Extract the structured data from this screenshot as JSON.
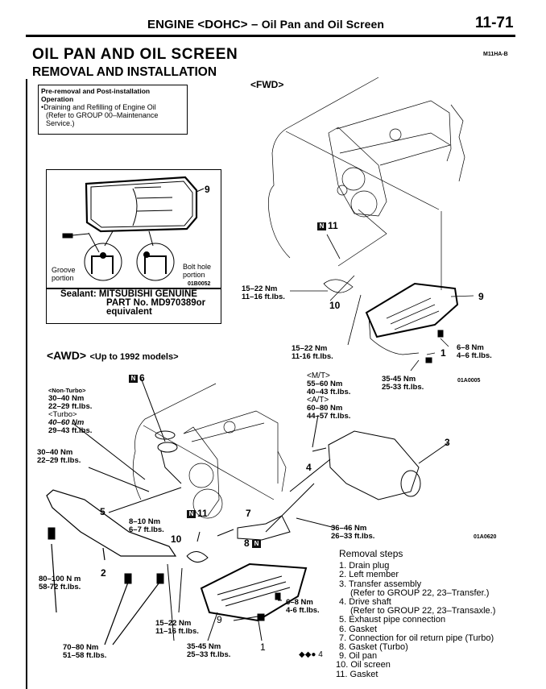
{
  "header": {
    "section": "ENGINE <DOHC>",
    "separator": "–",
    "topic": "Oil Pan and Oil Screen",
    "page_number": "11-71"
  },
  "title": "OIL PAN AND OIL SCREEN",
  "subtitle": "REMOVAL AND INSTALLATION",
  "doc_code": "M11HA-B",
  "pre_removal": {
    "heading_1": "Pre-removal and Post-installation",
    "heading_2": "Operation",
    "item_1": "•Draining and Refilling of Engine Oil",
    "item_2": "(Refer to GROUP 00–Maintenance",
    "item_3": "Service.)"
  },
  "sealant_inset": {
    "part_label": "9",
    "groove_label_1": "Groove",
    "groove_label_2": "portion",
    "bolt_label_1": "Bolt hole",
    "bolt_label_2": "portion",
    "figure_code": "01B0052",
    "sealant_1": "Sealant: MITSUBISHI GENUINE",
    "sealant_2": "PART No. MD970389or",
    "sealant_3": "equivalent"
  },
  "fwd_diagram": {
    "title": "<FWD>",
    "figure_code": "01A0005",
    "badge": "N",
    "callouts": {
      "c11": "11",
      "c10": "10",
      "c9": "9",
      "c1": "1"
    },
    "torques": [
      {
        "nm": "15–22 Nm",
        "ftlbs": "11–16 ft.lbs."
      },
      {
        "nm": "15–22 Nm",
        "ftlbs": "11-16 ft.lbs."
      },
      {
        "nm": "6–8 Nm",
        "ftlbs": "4–6 ft.lbs."
      },
      {
        "nm": "35-45 Nm",
        "ftlbs": "25-33 ft.lbs."
      }
    ]
  },
  "awd_diagram": {
    "title": "<AWD>",
    "qualifier": "<Up to 1992 models>",
    "figure_code": "01A0620",
    "badge": "N",
    "callouts": {
      "c6": "6",
      "c5": "5",
      "c11": "11",
      "c7": "7",
      "c8": "8",
      "c10": "10",
      "c2": "2",
      "c4": "4",
      "c3": "3",
      "c9": "9",
      "c1": "1"
    },
    "turbo_torque": {
      "non_turbo": "<Non-Turbo>",
      "nt_nm": "30–40 Nm",
      "nt_ft": "22–29 ft.lbs.",
      "turbo": "<Turbo>",
      "t_nm": "40–60 Nm",
      "t_ft": "29–43 ft.lbs."
    },
    "exhaust_torque": {
      "nm": "30–40 Nm",
      "ftlbs": "22–29 ft.lbs."
    },
    "member_torque": {
      "nm": "80–100 N m",
      "ftlbs": "58-72 ft.lbs."
    },
    "screen_torque": {
      "nm": "8–10 Nm",
      "ftlbs": "6–7 ft.lbs."
    },
    "trans_torque": {
      "mt": "<M/T>",
      "mt_nm": "55–60 Nm",
      "mt_ft": "40–43 ft.lbs.",
      "at": "<A/T>",
      "at_nm": "60–80 Nm",
      "at_ft": "44–57 ft.lbs."
    },
    "shaft_torque": {
      "nm": "36–46 Nm",
      "ftlbs": "26–33 ft.lbs."
    },
    "pan_bolt_torque": {
      "nm": "6–8 Nm",
      "ftlbs": "4-6 ft.lbs."
    },
    "pan_torque": {
      "nm": "15–22 Nm",
      "ftlbs": "11–16 ft.lbs."
    },
    "drain_torque": {
      "nm": "35-45 Nm",
      "ftlbs": "25–33 ft.lbs."
    },
    "member_bolt_torque": {
      "nm": "70–80 Nm",
      "ftlbs": "51–58 ft.lbs."
    }
  },
  "removal_steps": {
    "heading": "Removal steps",
    "marker": "◆◆● 4",
    "items": [
      "1. Drain plug",
      "2. Left member",
      "3. Transfer assembly",
      "(Refer to GROUP 22, 23–Transfer.)",
      "4. Drive shaft",
      "(Refer to GROUP 22, 23–Transaxle.)",
      "5. Exhaust pipe connection",
      "6. Gasket",
      "7. Connection for oil return pipe (Turbo)",
      "8. Gasket (Turbo)",
      "9. Oil pan",
      "10. Oil screen",
      "11. Gasket"
    ]
  }
}
